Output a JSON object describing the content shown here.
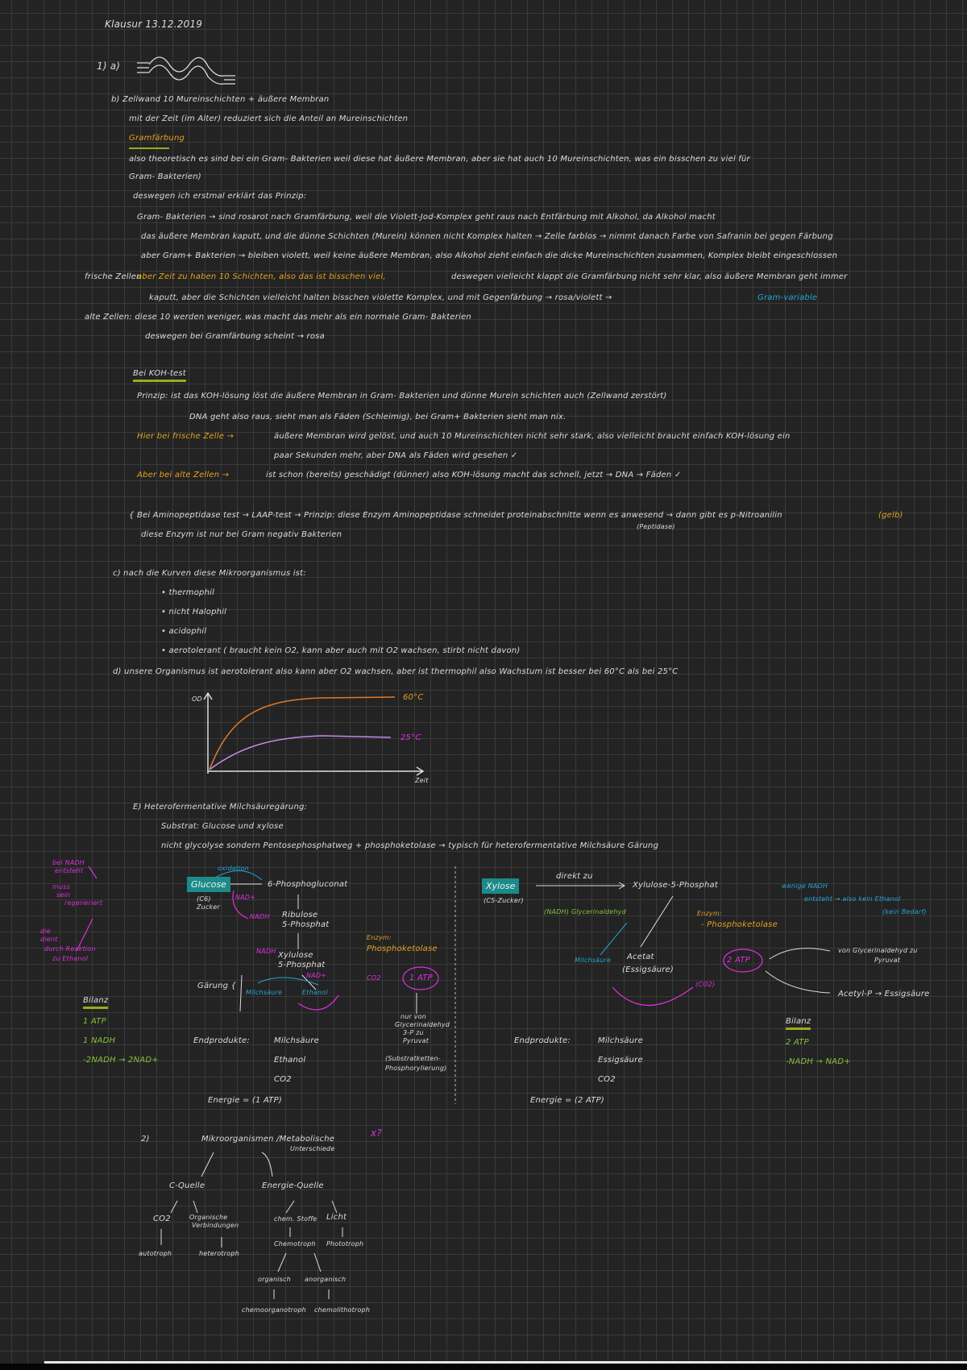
{
  "title": "Klausur 13.12.2019",
  "q1a": "1) a)",
  "b": {
    "l1": "b) Zellwand 10 Mureinschichten + äußere Membran",
    "l2": "mit der Zeit (im Alter) reduziert sich die Anteil an Mureinschichten",
    "gram_heading": "Gramfärbung",
    "l3": "also theoretisch es sind bei ein Gram- Bakterien weil diese hat äußere Membran, aber sie hat auch 10 Mureinschichten, was ein bisschen zu viel für",
    "l4": "Gram- Bakterien)",
    "l5": "deswegen ich erstmal erklärt das Prinzip:",
    "l6": "Gram- Bakterien → sind rosarot nach Gramfärbung, weil die Violett-Jod-Komplex geht raus nach Entfärbung mit Alkohol, da Alkohol macht",
    "l7": "das äußere Membran kaputt, und die dünne Schichten (Murein) können nicht Komplex halten → Zelle farblos → nimmt danach Farbe von Safranin bei gegen Färbung",
    "l8": "aber Gram+ Bakterien → bleiben violett, weil keine äußere Membran, also Alkohol zieht einfach die dicke Mureinschichten zusammen, Komplex bleibt eingeschlossen",
    "l9a": "frische Zellen",
    "l9b": "aber Zeit zu haben 10 Schichten, also das ist bisschen viel,",
    "l9c": "deswegen vielleicht klappt die Gramfärbung nicht sehr klar, also äußere Membran geht immer",
    "l10": "kaputt, aber die Schichten vielleicht halten bisschen violette Komplex, und mit Gegenfärbung → rosa/violett →",
    "l10c": "Gram-variable",
    "l11": "alte Zellen: diese 10 werden weniger, was macht das mehr als ein normale Gram- Bakterien",
    "l12": "deswegen bei Gramfärbung scheint → rosa",
    "koh_heading": "Bei KOH-test",
    "k1": "Prinzip: ist das KOH-lösung löst die äußere Membran in Gram- Bakterien und dünne Murein schichten auch (Zellwand zerstört)",
    "k2": "DNA geht also raus, sieht man als Fäden (Schleimig), bei Gram+ Bakterien sieht man nix.",
    "k3a": "Hier bei frische Zelle →",
    "k3b": "äußere Membran wird gelöst, und auch 10 Mureinschichten nicht sehr stark, also vielleicht braucht einfach KOH-lösung ein",
    "k4": "paar Sekunden mehr, aber DNA als Fäden wird gesehen ✓",
    "k5a": "Aber bei alte Zellen →",
    "k5b": "ist schon (bereits) geschädigt (dünner) also KOH-lösung macht das schnell, jetzt → DNA → Fäden ✓",
    "a1": "{ Bei Aminopeptidase test → LAAP-test → Prinzip: diese Enzym Aminopeptidase schneidet proteinabschnitte wenn es anwesend → dann gibt es p-Nitroanilin",
    "a1o": "(gelb)",
    "a1s": "(Peptidase)",
    "a2": "diese Enzym ist nur bei Gram negativ Bakterien"
  },
  "c": {
    "heading": "c) nach die Kurven diese Mikroorganismus ist:",
    "items": [
      "• thermophil",
      "• nicht Halophil",
      "• acidophil",
      "• aerotolerant ( braucht kein O2, kann aber auch mit O2 wachsen, stirbt nicht davon)"
    ]
  },
  "d": "d) unsere Organismus ist aerotolerant also kann aber O2 wachsen, aber ist thermophil also Wachstum ist besser bei 60°C als bei 25°C",
  "graph": {
    "ylabel": "OD",
    "xlabel": "Zeit",
    "curve_hot": "60°C",
    "curve_cold": "25°C"
  },
  "e": {
    "heading": "E) Heterofermentative Milchsäuregärung:",
    "substrat": "Substrat: Glucose und xylose",
    "weg": "nicht glycolyse sondern Pentosephosphatweg + phosphoketolase → typisch für heterofermentative Milchsäure Gärung",
    "side_note": [
      "bei NADH",
      "entsteht",
      "muss",
      "sein",
      "regeneriert",
      "die",
      "dient",
      "durch Reaktion",
      "zu Ethanol"
    ],
    "left": {
      "glucose": "Glucose",
      "glucose_sub": "(C6)",
      "glucose_sub2": "Zucker",
      "oxidation": "oxidation",
      "p6g": "6-Phosphogluconat",
      "nadh1": "NAD+",
      "nadh2": "NADH",
      "ribulose": "Ribulose",
      "ribulose2": "5-Phosphat",
      "xylulose": "Xylulose",
      "xylulose2": "5-Phosphat",
      "nadh3": "NADH",
      "nad": "NAD+",
      "enzym": "Enzym:",
      "enzym2": "Phosphoketolase",
      "gaerung": "Gärung {",
      "milch": "Milchsäure",
      "ethanol": "Ethanol",
      "co2": "CO2",
      "atp": "1 ATP",
      "atp_note": [
        "nur von",
        "Glycerinaldehyd",
        "3-P zu",
        "Pyruvat"
      ],
      "atp_note2": [
        "(Substratketten-",
        "Phosphorylierung)"
      ],
      "end_label": "Endprodukte:",
      "end": [
        "Milchsäure",
        "Ethanol",
        "CO2"
      ],
      "energie": "Energie = (1 ATP)",
      "bilanz": "Bilanz",
      "bilanz_items": [
        "1 ATP",
        "1 NADH",
        "-2NADH → 2NAD+"
      ]
    },
    "right": {
      "xylose": "Xylose",
      "xylose_sub": "(C5-Zucker)",
      "direkt": "direkt zu",
      "x5p": "Xylulose-5-Phosphat",
      "green": "(NADH) Glycerinaldehyd",
      "enzym": "Enzym:",
      "enzym2": "- Phosphoketolase",
      "milch": "Milchsäure",
      "acetat": "Acetat",
      "acetat2": "(Essigsäure)",
      "atp": "2 ATP",
      "co2": "(CO2)",
      "cyan": [
        "wenige NADH",
        "entsteht → also kein Ethanol",
        "(kein Bedarf)"
      ],
      "to_pyr": "von Glycerinaldehyd zu",
      "to_pyr2": "Pyruvat",
      "acetylp": "Acetyl-P → Essigsäure",
      "end_label": "Endprodukte:",
      "end": [
        "Milchsäure",
        "Essigsäure",
        "CO2"
      ],
      "energie": "Energie = (2 ATP)",
      "bilanz": "Bilanz",
      "bilanz_items": [
        "2 ATP",
        "-NADH → NAD+"
      ]
    }
  },
  "q2": {
    "num": "2)",
    "title": "Mikroorganismen /Metabolische",
    "title2": "Unterschiede",
    "mark": "x?",
    "cq": "C-Quelle",
    "eq": "Energie-Quelle",
    "co2": "CO2",
    "org": "Organische",
    "org2": "Verbindungen",
    "chem": "chem. Stoffe",
    "licht": "Licht",
    "auto": "autotroph",
    "hetero": "heterotroph",
    "chemo": "Chemotroph",
    "photo": "Phototroph",
    "organ": "organisch",
    "anorg": "anorganisch",
    "chemorg": "chemoorganotroph",
    "chemolith": "chemolithotroph"
  }
}
